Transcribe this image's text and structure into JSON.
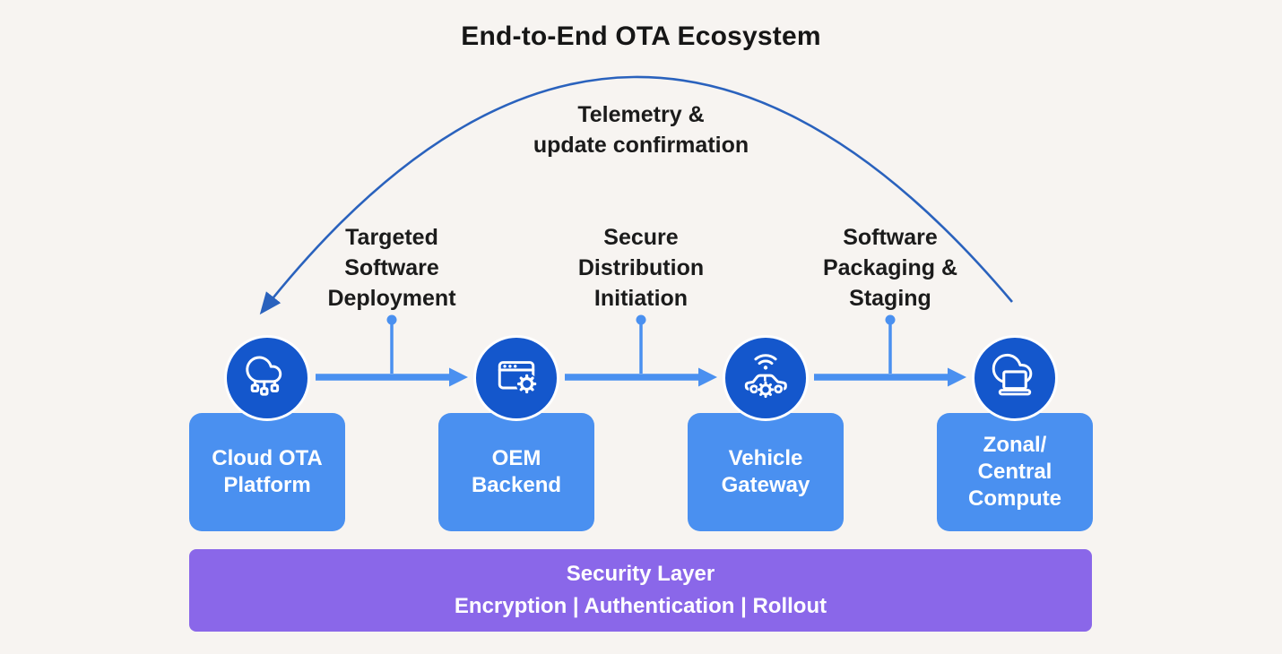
{
  "title": "End-to-End OTA Ecosystem",
  "feedback_arc": {
    "label_lines": [
      "Telemetry &",
      "update confirmation"
    ],
    "direction": "right-to-left"
  },
  "steps": [
    {
      "lines": [
        "Targeted",
        "Software",
        "Deployment"
      ]
    },
    {
      "lines": [
        "Secure",
        "Distribution",
        "Initiation"
      ]
    },
    {
      "lines": [
        "Software",
        "Packaging &",
        "Staging"
      ]
    }
  ],
  "nodes": [
    {
      "icon": "cloud-network-icon",
      "label_lines": [
        "Cloud OTA",
        "Platform",
        ""
      ]
    },
    {
      "icon": "browser-gear-icon",
      "label_lines": [
        "OEM",
        "Backend",
        ""
      ]
    },
    {
      "icon": "connected-car-icon",
      "label_lines": [
        "Vehicle",
        "Gateway",
        ""
      ]
    },
    {
      "icon": "cloud-laptop-icon",
      "label_lines": [
        "Zonal/",
        "Central",
        "Compute"
      ]
    }
  ],
  "security_layer": {
    "title": "Security Layer",
    "features": "Encryption | Authentication | Rollout"
  },
  "colors": {
    "background": "#f7f4f1",
    "node_circle": "#1457cc",
    "node_box": "#4a90f0",
    "flow_arrow": "#4a90f0",
    "feedback_arc": "#2a62bd",
    "security_bar": "#8a67e9",
    "text": "#1b1b1b",
    "icon_stroke": "#ffffff"
  }
}
